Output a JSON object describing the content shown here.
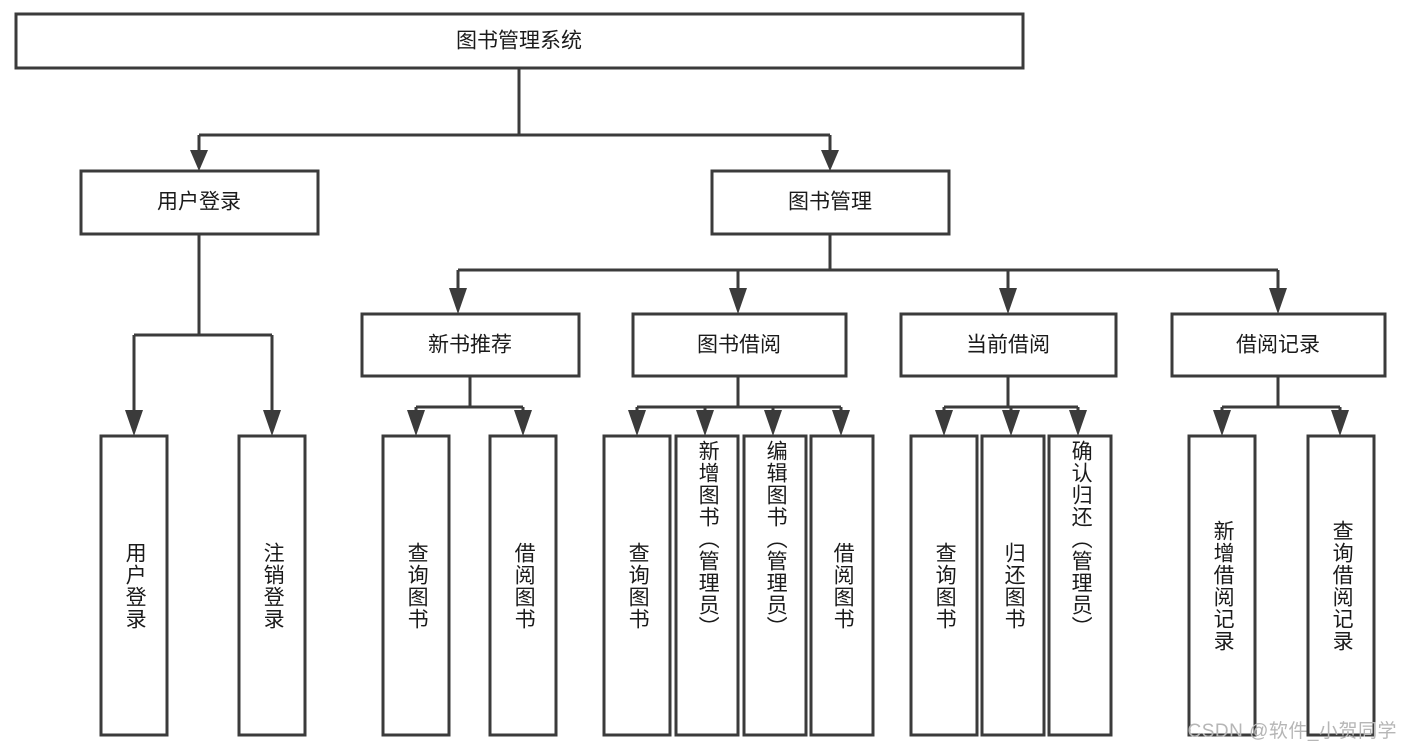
{
  "diagram": {
    "type": "hierarchy-tree",
    "title": "图书管理系统",
    "root": {
      "id": "root",
      "label": "图书管理系统",
      "orientation": "horizontal"
    },
    "level2": [
      {
        "id": "user-login",
        "label": "用户登录",
        "orientation": "horizontal"
      },
      {
        "id": "book-manage",
        "label": "图书管理",
        "orientation": "horizontal"
      }
    ],
    "level3": [
      {
        "id": "new-book-recommend",
        "label": "新书推荐",
        "parent": "book-manage",
        "orientation": "horizontal"
      },
      {
        "id": "book-borrow",
        "label": "图书借阅",
        "parent": "book-manage",
        "orientation": "horizontal"
      },
      {
        "id": "current-borrow",
        "label": "当前借阅",
        "parent": "book-manage",
        "orientation": "horizontal"
      },
      {
        "id": "borrow-record",
        "label": "借阅记录",
        "parent": "book-manage",
        "orientation": "horizontal"
      }
    ],
    "leaves": [
      {
        "id": "leaf-user-login",
        "label": "用户登录",
        "parent": "user-login",
        "orientation": "vertical"
      },
      {
        "id": "leaf-logout-login",
        "label": "注销登录",
        "parent": "user-login",
        "orientation": "vertical"
      },
      {
        "id": "leaf-query-book-1",
        "label": "查询图书",
        "parent": "new-book-recommend",
        "orientation": "vertical"
      },
      {
        "id": "leaf-borrow-book-1",
        "label": "借阅图书",
        "parent": "new-book-recommend",
        "orientation": "vertical"
      },
      {
        "id": "leaf-query-book-2",
        "label": "查询图书",
        "parent": "book-borrow",
        "orientation": "vertical"
      },
      {
        "id": "leaf-add-book",
        "label": "新增图书（管理员）",
        "parent": "book-borrow",
        "orientation": "vertical"
      },
      {
        "id": "leaf-edit-book",
        "label": "编辑图书（管理员）",
        "parent": "book-borrow",
        "orientation": "vertical"
      },
      {
        "id": "leaf-borrow-book-2",
        "label": "借阅图书",
        "parent": "book-borrow",
        "orientation": "vertical"
      },
      {
        "id": "leaf-query-book-3",
        "label": "查询图书",
        "parent": "current-borrow",
        "orientation": "vertical"
      },
      {
        "id": "leaf-return-book",
        "label": "归还图书",
        "parent": "current-borrow",
        "orientation": "vertical"
      },
      {
        "id": "leaf-confirm-return",
        "label": "确认归还（管理员）",
        "parent": "current-borrow",
        "orientation": "vertical"
      },
      {
        "id": "leaf-add-record",
        "label": "新增借阅记录",
        "parent": "borrow-record",
        "orientation": "vertical"
      },
      {
        "id": "leaf-query-record",
        "label": "查询借阅记录",
        "parent": "borrow-record",
        "orientation": "vertical"
      }
    ],
    "colors": {
      "stroke": "#3b3b3b",
      "fill": "#ffffff",
      "text": "#1b1b1b",
      "watermark": "#b6b6b6"
    }
  },
  "watermark": {
    "text": "CSDN @软件_小贺同学"
  }
}
